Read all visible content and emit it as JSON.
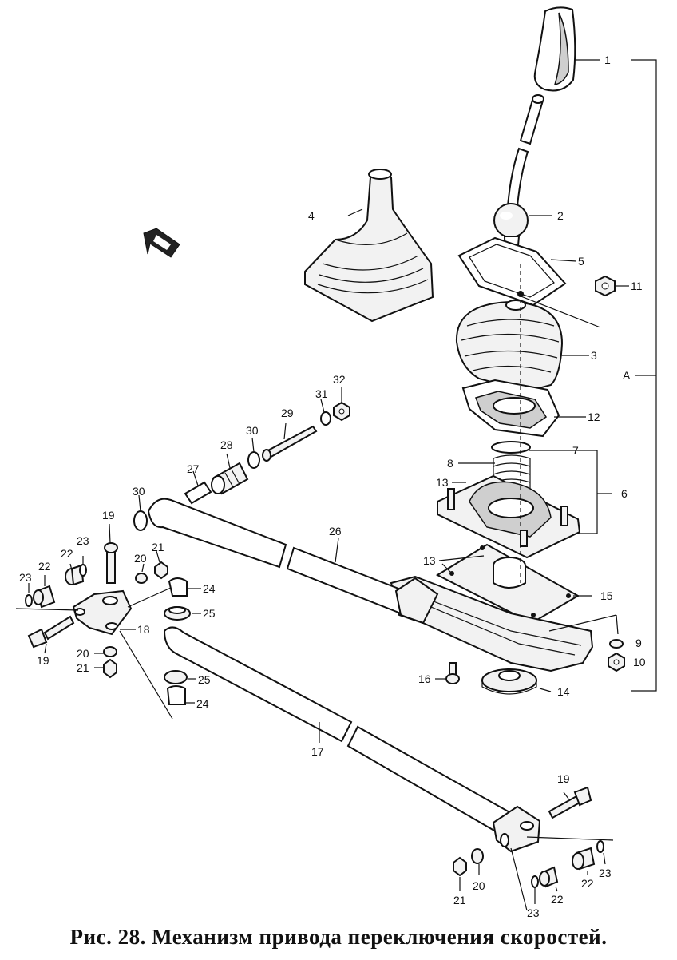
{
  "caption": "Рис. 28. Механизм привода переключения скоростей.",
  "labels": {
    "1": "1",
    "2": "2",
    "3": "3",
    "4": "4",
    "5": "5",
    "6": "6",
    "7": "7",
    "8": "8",
    "9": "9",
    "10": "10",
    "11": "11",
    "12": "12",
    "13": "13",
    "14": "14",
    "15": "15",
    "16": "16",
    "17": "17",
    "18": "18",
    "19": "19",
    "20": "20",
    "21": "21",
    "22": "22",
    "23": "23",
    "24": "24",
    "25": "25",
    "26": "26",
    "27": "27",
    "28": "28",
    "29": "29",
    "30": "30",
    "31": "31",
    "32": "32",
    "A": "A"
  }
}
